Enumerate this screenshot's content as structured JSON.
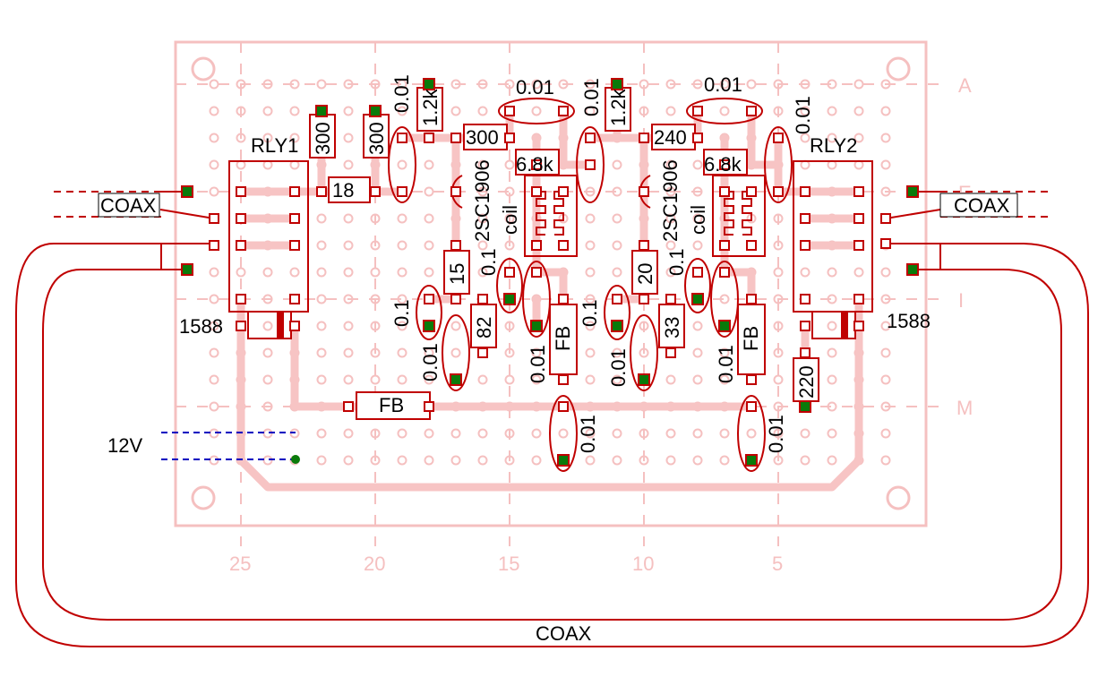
{
  "colors": {
    "board": "#f5c0c0",
    "trace": "#f7c4c4",
    "component": "#c00000",
    "wire": "#c00000",
    "pad_fill": "#ffffff",
    "green_pad": "#0a7a0a",
    "supply_wire": "#0000c0"
  },
  "row_labels": {
    "a": "A",
    "e": "E",
    "i": "I",
    "m": "M"
  },
  "column_labels": {
    "c25": "25",
    "c20": "20",
    "c15": "15",
    "c10": "10",
    "c5": "5"
  },
  "relays": {
    "rly1": "RLY1",
    "rly2": "RLY2"
  },
  "diodes": {
    "d1": "1588",
    "d2": "1588"
  },
  "coax": {
    "left": "COAX",
    "right": "COAX",
    "bottom": "COAX"
  },
  "supply": {
    "label": "12V"
  },
  "resistors": {
    "r300a": "300",
    "r300b": "300",
    "r18": "18",
    "r1k2a": "1.2k",
    "r1k2b": "1.2k",
    "r300c": "300",
    "r240": "240",
    "r15": "15",
    "r20": "20",
    "r82": "82",
    "r33": "33",
    "r220": "220"
  },
  "caps": {
    "c001_top_a": "0.01",
    "c001_top_b": "0.01",
    "c001_v1": "0.01",
    "c001_v2": "0.01",
    "c001_v3": "0.01",
    "c01_a": "0.1",
    "c01_b": "0.1",
    "c01_c": "0.1",
    "c01_d": "0.1",
    "c001_b1": "0.01",
    "c001_b2": "0.01",
    "c001_b3": "0.01",
    "c001_b4": "0.01",
    "c001_low1": "0.01",
    "c001_low2": "0.01"
  },
  "transistors": {
    "q1": "2SC1906",
    "q2": "2SC1906"
  },
  "coils": {
    "l1": "6.8k",
    "l2": "6.8k",
    "l1_note": "coil",
    "l2_note": "coil"
  },
  "ferrites": {
    "fb1": "FB",
    "fb2": "FB",
    "fb3": "FB"
  }
}
